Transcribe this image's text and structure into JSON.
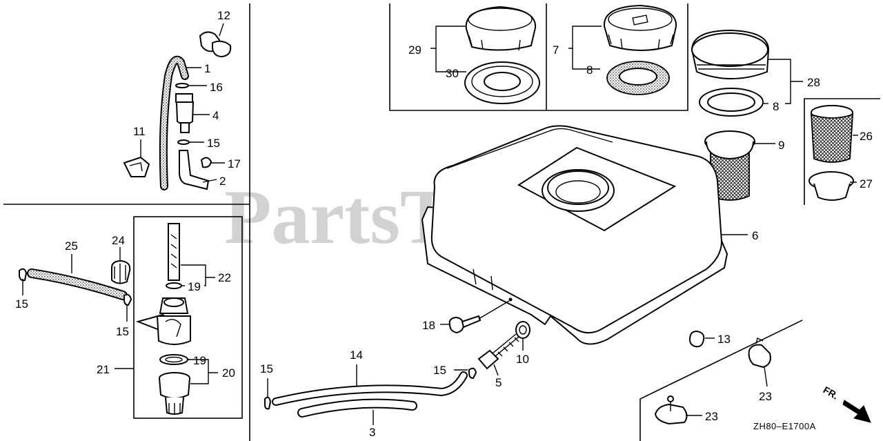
{
  "watermark": {
    "text": "PartsTree",
    "trademark": "™"
  },
  "diagram_code": "ZH80–E1700A",
  "direction_label": "FR.",
  "callouts": [
    {
      "id": "c29",
      "text": "29"
    },
    {
      "id": "c30",
      "text": "30"
    },
    {
      "id": "c7",
      "text": "7"
    },
    {
      "id": "c8a",
      "text": "8"
    },
    {
      "id": "c8b",
      "text": "8"
    },
    {
      "id": "c28",
      "text": "28"
    },
    {
      "id": "c9",
      "text": "9"
    },
    {
      "id": "c26",
      "text": "26"
    },
    {
      "id": "c27",
      "text": "27"
    },
    {
      "id": "c6",
      "text": "6"
    },
    {
      "id": "c12",
      "text": "12"
    },
    {
      "id": "c1",
      "text": "1"
    },
    {
      "id": "c16",
      "text": "16"
    },
    {
      "id": "c4",
      "text": "4"
    },
    {
      "id": "c11",
      "text": "11"
    },
    {
      "id": "c15a",
      "text": "15"
    },
    {
      "id": "c17",
      "text": "17"
    },
    {
      "id": "c2",
      "text": "2"
    },
    {
      "id": "c25",
      "text": "25"
    },
    {
      "id": "c24",
      "text": "24"
    },
    {
      "id": "c22",
      "text": "22"
    },
    {
      "id": "c19a",
      "text": "19"
    },
    {
      "id": "c15b",
      "text": "15"
    },
    {
      "id": "c15c",
      "text": "15"
    },
    {
      "id": "c21",
      "text": "21"
    },
    {
      "id": "c19b",
      "text": "19"
    },
    {
      "id": "c20",
      "text": "20"
    },
    {
      "id": "c18",
      "text": "18"
    },
    {
      "id": "c10",
      "text": "10"
    },
    {
      "id": "c14",
      "text": "14"
    },
    {
      "id": "c15d",
      "text": "15"
    },
    {
      "id": "c15e",
      "text": "15"
    },
    {
      "id": "c5",
      "text": "5"
    },
    {
      "id": "c3",
      "text": "3"
    },
    {
      "id": "c13",
      "text": "13"
    },
    {
      "id": "c23a",
      "text": "23"
    },
    {
      "id": "c23b",
      "text": "23"
    }
  ]
}
